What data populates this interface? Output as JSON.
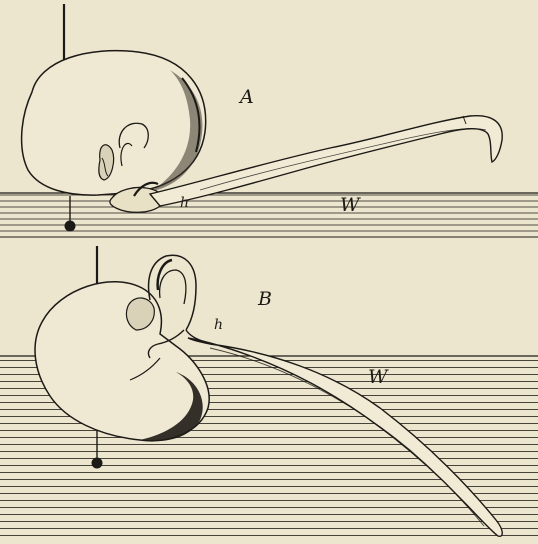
{
  "figure": {
    "panel_a": {
      "label": "A",
      "hypocotyl_label": "h",
      "water_label": "W"
    },
    "panel_b": {
      "label": "B",
      "hypocotyl_label": "h",
      "water_label": "W"
    }
  },
  "colors": {
    "paper": "#ece6cf",
    "ink": "#1c1a16"
  }
}
